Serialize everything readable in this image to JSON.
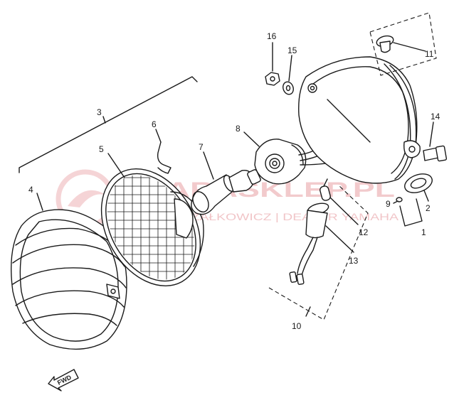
{
  "diagram": {
    "callouts": {
      "c1": "1",
      "c2": "2",
      "c3": "3",
      "c4": "4",
      "c5": "5",
      "c6": "6",
      "c7": "7",
      "c8": "8",
      "c9": "9",
      "c10": "10",
      "c11": "11",
      "c12": "12",
      "c13": "13",
      "c14": "14",
      "c15": "15",
      "c16": "16"
    },
    "direction_marker": "FWD"
  },
  "watermark": {
    "brand": "KARASKLEP.PL",
    "subline": "STRZAŁKOWICZ | DEALER YAMAHA",
    "color": "#e8a0a4"
  }
}
